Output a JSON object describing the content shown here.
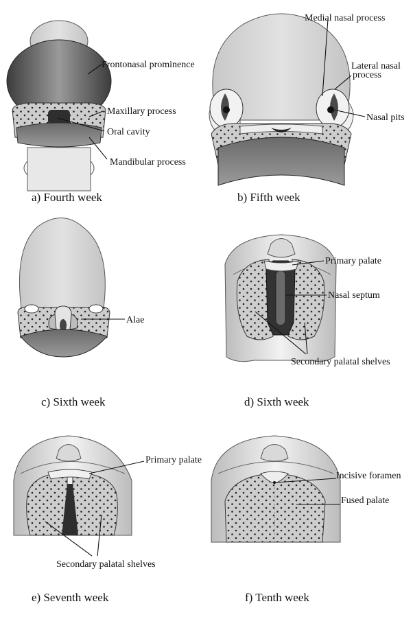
{
  "panels": {
    "a": {
      "caption": "a) Fourth week",
      "labels": {
        "frontonasal": "Frontonasal prominence",
        "maxillary": "Maxillary process",
        "oral": "Oral cavity",
        "mandibular": "Mandibular process"
      }
    },
    "b": {
      "caption": "b) Fifth week",
      "labels": {
        "medial": "Medial nasal process",
        "lateral_1": "Lateral nasal",
        "lateral_2": "process",
        "pits": "Nasal pits"
      }
    },
    "c": {
      "caption": "c) Sixth week",
      "labels": {
        "alae": "Alae"
      }
    },
    "d": {
      "caption": "d) Sixth week",
      "labels": {
        "primary": "Primary palate",
        "septum": "Nasal septum",
        "shelves": "Secondary palatal shelves"
      }
    },
    "e": {
      "caption": "e) Seventh week",
      "labels": {
        "primary": "Primary palate",
        "shelves": "Secondary palatal shelves"
      }
    },
    "f": {
      "caption": "f) Tenth week",
      "labels": {
        "incisive": "Incisive foramen",
        "fused": "Fused palate"
      }
    }
  },
  "colors": {
    "ink": "#111111",
    "light_gray": "#d6d6d6",
    "mid_gray": "#a8a8a8",
    "dark_gray": "#5a5a5a",
    "dotted_fill": "#cfcfcf"
  }
}
